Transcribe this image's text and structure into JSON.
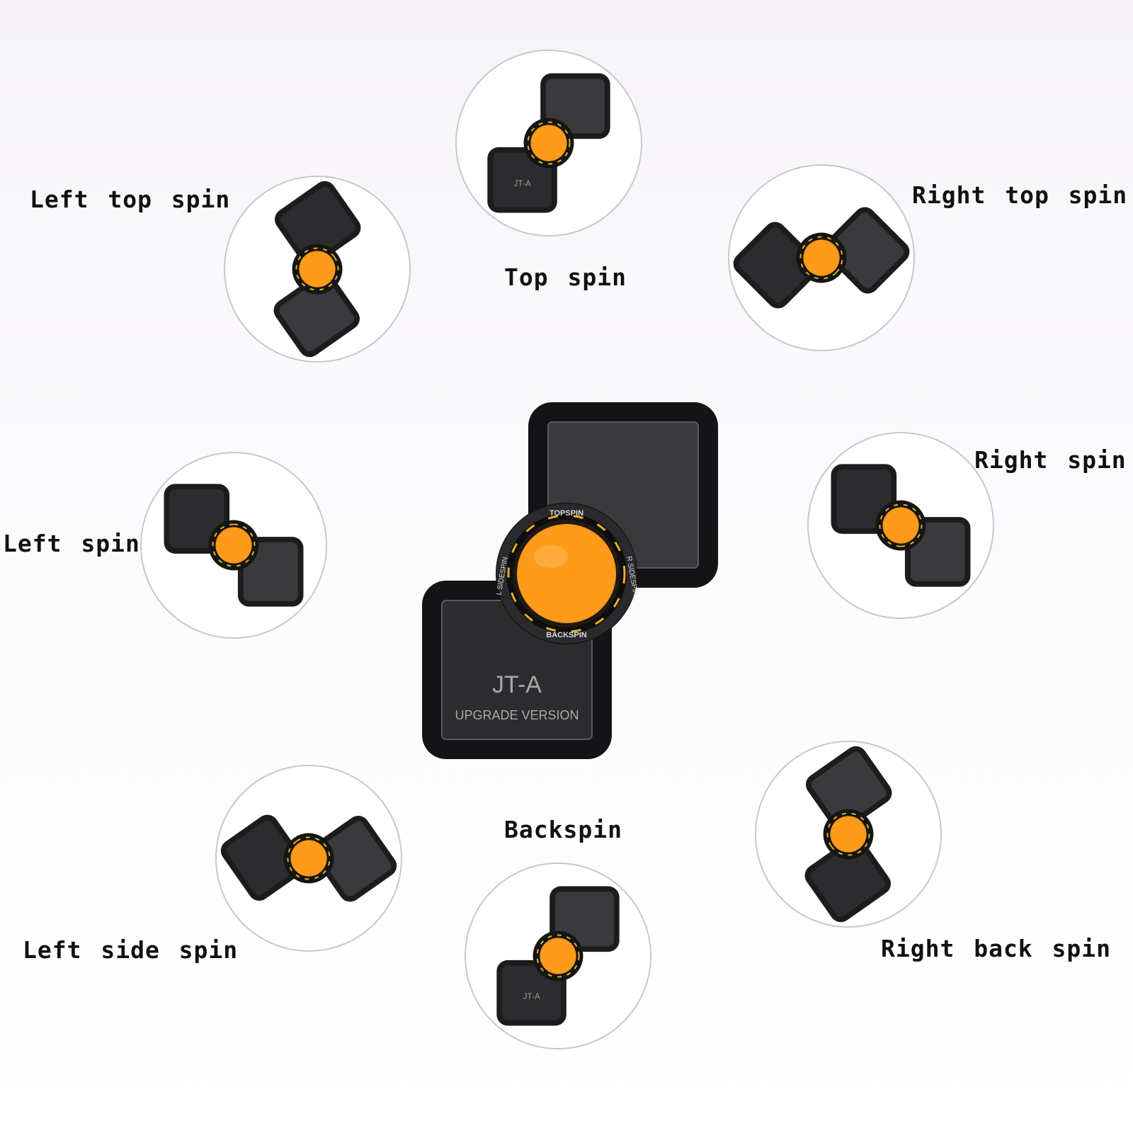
{
  "labels": {
    "top": "Top spin",
    "left_top": "Left top spin",
    "right_top": "Right top spin",
    "left": "Left spin",
    "right": "Right spin",
    "left_side": "Left side spin",
    "backspin": "Backspin",
    "right_back": "Right back spin"
  },
  "device": {
    "model": "JT-A",
    "edition": "UPGRADE VERSION",
    "ring_top": "TOPSPIN",
    "ring_bottom": "BACKSPIN",
    "ring_left": "L SIDESPIN",
    "ring_right": "R SIDESPIN"
  },
  "colors": {
    "body": "#1c1c1e",
    "panel": "#3a3a3c",
    "ball": "#ff9a1a",
    "ring_accent": "#e6b020"
  }
}
